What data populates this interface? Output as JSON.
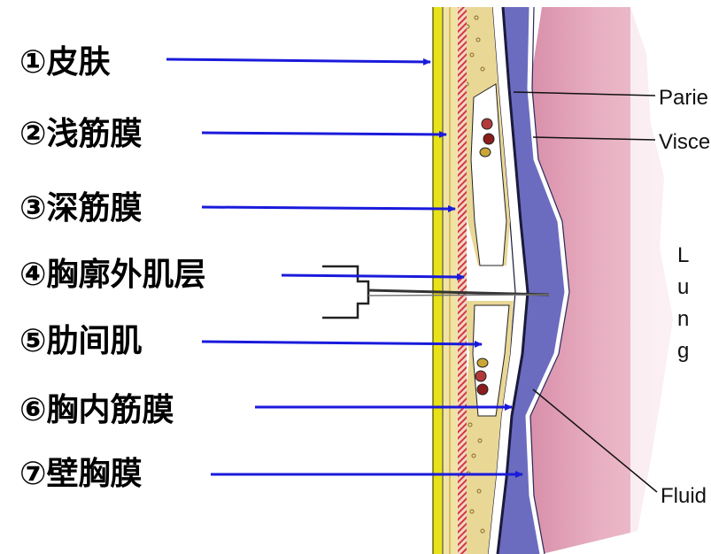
{
  "layers": [
    {
      "label": "①皮肤"
    },
    {
      "label": "②浅筋膜"
    },
    {
      "label": "③深筋膜"
    },
    {
      "label": "④胸廓外肌层"
    },
    {
      "label": "⑤肋间肌"
    },
    {
      "label": "⑥胸内筋膜"
    },
    {
      "label": "⑦壁胸膜"
    }
  ],
  "right_labels": {
    "parietal": "Parie",
    "visceral": "Visce",
    "fluid": "Fluid"
  },
  "lung_letters": [
    "L",
    "u",
    "n",
    "g"
  ],
  "colors": {
    "arrow": "#1a1adc",
    "skin": "#e8e21a",
    "lung": "#e6a6bc",
    "pleural_space": "#6b6cc0",
    "fat": "#e9d796"
  }
}
